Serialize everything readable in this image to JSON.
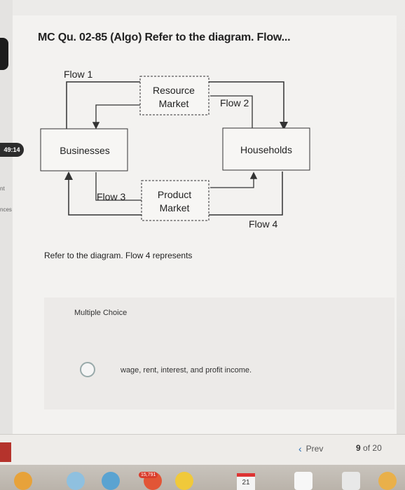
{
  "title": "MC Qu. 02-85 (Algo) Refer to the diagram. Flow...",
  "timer": "49:14",
  "left_tabs": [
    "nt",
    "nces"
  ],
  "diagram": {
    "flow1": "Flow 1",
    "flow2": "Flow 2",
    "flow3": "Flow 3",
    "flow4": "Flow 4",
    "resource_market_line1": "Resource",
    "resource_market_line2": "Market",
    "product_market_line1": "Product",
    "product_market_line2": "Market",
    "businesses": "Businesses",
    "households": "Households"
  },
  "question": "Refer to the diagram. Flow 4 represents",
  "multiple_choice_label": "Multiple Choice",
  "options": [
    "wage, rent, interest, and profit income."
  ],
  "nav": {
    "prev_label": "Prev",
    "current": "9",
    "of_label": "of",
    "total": "20"
  },
  "taskbar": {
    "badge": "15,791",
    "calendar_day": "21"
  }
}
